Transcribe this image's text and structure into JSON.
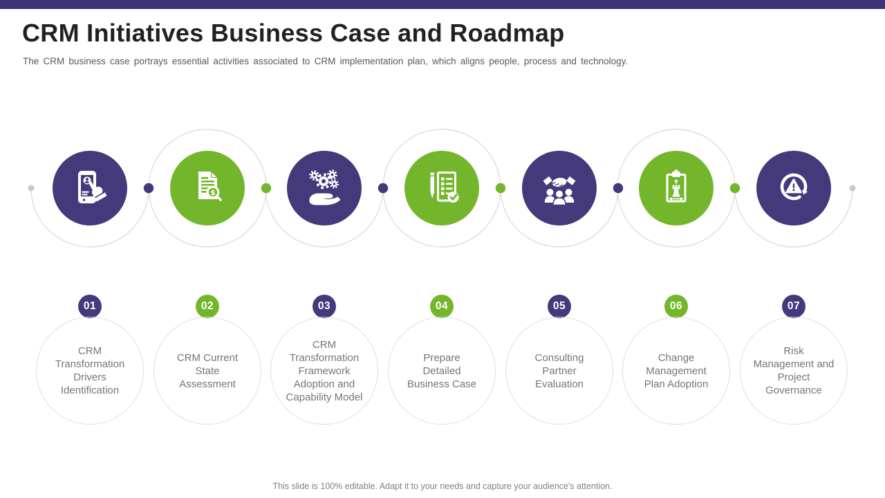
{
  "slide": {
    "title": "CRM Initiatives Business Case and Roadmap",
    "subtitle": "The CRM business case portrays essential activities associated to CRM implementation plan, which aligns people, process and technology.",
    "footer": "This slide is 100% editable. Adapt it to your needs and capture your audience's attention."
  },
  "colors": {
    "purple": "#44397B",
    "green": "#74B62B",
    "top_bar": "#3E3276",
    "ring_gray": "#D9D9D9",
    "dot_gray": "#C9C9C9",
    "title_text": "#212121",
    "subtitle_text": "#595959",
    "step_text": "#757575",
    "footer_text": "#808080"
  },
  "steps": [
    {
      "number": "01",
      "color": "purple",
      "icon": "phone-user-tap-icon",
      "label": "CRM Transformation Drivers Identification",
      "label_lines": [
        "CRM",
        "Transformation",
        "Drivers",
        "Identification"
      ]
    },
    {
      "number": "02",
      "color": "green",
      "icon": "document-audit-icon",
      "label": "CRM Current State Assessment",
      "label_lines": [
        "CRM Current",
        "State",
        "Assessment"
      ]
    },
    {
      "number": "03",
      "color": "purple",
      "icon": "gears-hand-icon",
      "label": "CRM Transformation Framework Adoption and Capability Model",
      "label_lines": [
        "CRM",
        "Transformation",
        "Framework",
        "Adoption and",
        "Capability Model"
      ]
    },
    {
      "number": "04",
      "color": "green",
      "icon": "checklist-pen-icon",
      "label": "Prepare Detailed Business Case",
      "label_lines": [
        "Prepare",
        "Detailed",
        "Business Case"
      ]
    },
    {
      "number": "05",
      "color": "purple",
      "icon": "handshake-team-icon",
      "label": "Consulting Partner Evaluation",
      "label_lines": [
        "Consulting",
        "Partner",
        "Evaluation"
      ]
    },
    {
      "number": "06",
      "color": "green",
      "icon": "strategy-clipboard-icon",
      "label": "Change Management Plan Adoption",
      "label_lines": [
        "Change",
        "Management",
        "Plan Adoption"
      ]
    },
    {
      "number": "07",
      "color": "purple",
      "icon": "risk-cycle-icon",
      "label": "Risk Management and Project Governance",
      "label_lines": [
        "Risk",
        "Management and",
        "Project",
        "Governance"
      ]
    }
  ]
}
